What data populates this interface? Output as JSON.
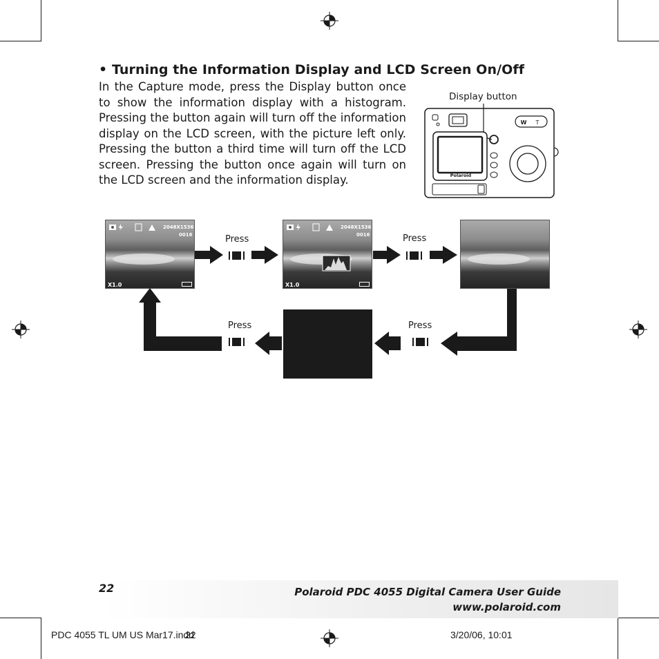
{
  "section": {
    "title": "• Turning the Information Display and LCD Screen On/Off",
    "paragraph": "In the Capture mode, press the Display button once to show the information display with a histogram. Pressing the button again will turn off the information display on the LCD screen, with the picture left only. Pressing the button a third time will turn off the LCD screen. Pressing the button once again will turn on the LCD screen and the information display."
  },
  "camera": {
    "callout": "Display button",
    "brand": "Polaroid",
    "zoom_w": "W",
    "zoom_t": "T"
  },
  "screens": {
    "resolution": "2048X1536",
    "count": "0016",
    "zoom": "X1.0"
  },
  "press_labels": [
    "Press",
    "Press",
    "Press",
    "Press"
  ],
  "footer": {
    "page_number": "22",
    "guide_title": "Polaroid PDC 4055 Digital Camera User Guide",
    "website": "www.polaroid.com"
  },
  "slug": {
    "file": "PDC 4055 TL UM US Mar17.indd",
    "page": "22",
    "timestamp": "3/20/06, 10:01"
  }
}
